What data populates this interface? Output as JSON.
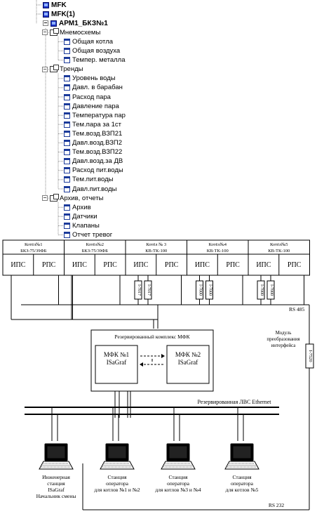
{
  "tree": {
    "root_items": [
      {
        "label": "MFK"
      },
      {
        "label": "MFK(1)"
      },
      {
        "label": "АРМ1_БКЗ№1"
      }
    ],
    "groups": [
      {
        "label": "Мнемосхемы",
        "items": [
          "Общая котла",
          "Общая воздуха",
          "Темпер. металла"
        ]
      },
      {
        "label": "Тренды",
        "items": [
          "Уровень воды",
          "Давл. в барабан",
          "Расход пара",
          "Давление пара",
          "Температура пар",
          "Тем.пара за 1ст",
          "Тем.возд.ВЗП21",
          "Давл.возд.ВЗП2",
          "Тем.возд.ВЗП22",
          "Давл.возд.за ДВ",
          "Расход пит.воды",
          "Тем.пит.воды",
          "Давл.пит.воды"
        ]
      },
      {
        "label": "Архив, отчеты",
        "items": [
          "Архив",
          "Датчики",
          "Клапаны",
          "Отчет тревог"
        ]
      }
    ]
  },
  "diagram": {
    "boilers": [
      {
        "name": "Котёл№1",
        "model": "БКЗ-75/39ФБ",
        "ips": "ИПС",
        "rps": "РПС",
        "converters": []
      },
      {
        "name": "Котёл№2",
        "model": "БКЗ-75/39ФБ",
        "ips": "ИПС",
        "rps": "РПС",
        "converters": []
      },
      {
        "name": "Котёл № 3",
        "model": "КВ-ТК-100",
        "ips": "ИПС",
        "rps": "РПС",
        "converters": [
          "I-7017",
          "I-7017"
        ]
      },
      {
        "name": "Котёл№4",
        "model": "КВ-ТК-100",
        "ips": "ИПС",
        "rps": "РПС",
        "converters": [
          "I-7000",
          "I-7000"
        ]
      },
      {
        "name": "Котёл№5",
        "model": "КВ-ТК-100",
        "ips": "ИПС",
        "rps": "РПС",
        "converters": [
          "I-7000",
          "I-7000"
        ]
      }
    ],
    "rs485": "RS 485",
    "interface_module": {
      "label_lines": [
        "Модуль",
        "преобразования",
        "интерфейса"
      ],
      "device": "I-7520"
    },
    "mfk_complex": {
      "title": "Резервированный комплекс МФК",
      "units": [
        {
          "line1": "МФК №1",
          "line2": "ISaGraf"
        },
        {
          "line1": "МФК №2",
          "line2": "ISaGraf"
        }
      ]
    },
    "ethernet": "Резервированная ЛВС Ethernet",
    "stations": [
      {
        "lines": [
          "Инженерная",
          "станция",
          "ISaGraf",
          "Начальник смены"
        ]
      },
      {
        "lines": [
          "Станция",
          "оператора",
          "для котлов №1 и №2"
        ]
      },
      {
        "lines": [
          "Станция",
          "оператора",
          "для котлов №3 и №4"
        ]
      },
      {
        "lines": [
          "Станция",
          "оператора",
          "для котлов  №5"
        ]
      }
    ],
    "rs232": "RS 232"
  }
}
